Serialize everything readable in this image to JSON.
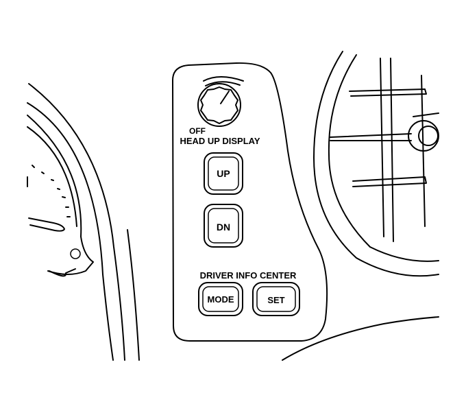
{
  "panel": {
    "dial_off_label": "OFF",
    "head_up_display_label": "HEAD UP DISPLAY",
    "driver_info_center_label": "DRIVER INFO CENTER"
  },
  "buttons": {
    "up": "UP",
    "dn": "DN",
    "mode": "MODE",
    "set": "SET"
  }
}
